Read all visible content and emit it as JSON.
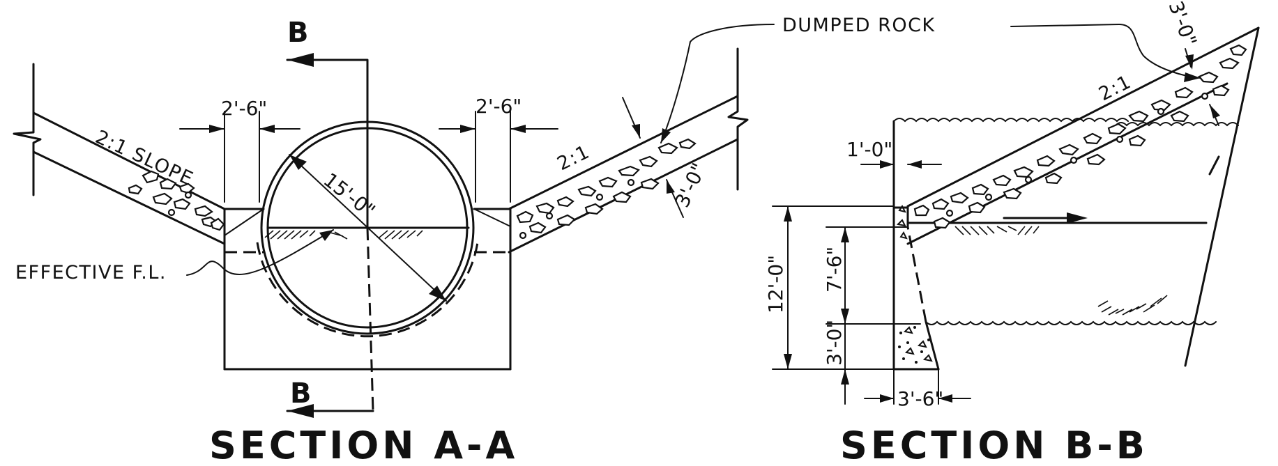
{
  "section_a": {
    "title": "SECTION A-A",
    "cut_label_top": "B",
    "cut_label_bottom": "B",
    "slope_left": "2:1 SLOPE",
    "slope_right": "2:1",
    "dim_left_wall": "2'-6\"",
    "dim_right_wall": "2'-6\"",
    "dim_diameter": "15'-0\"",
    "dim_rock_thickness": "3'-0\"",
    "flowline_label": "EFFECTIVE F.L."
  },
  "section_b": {
    "title": "SECTION B-B",
    "rock_label": "DUMPED ROCK",
    "slope": "2:1",
    "dim_top_rock": "3'-0\"",
    "dim_wall_top": "1'-0\"",
    "dim_total_height": "12'-0\"",
    "dim_opening": "7'-6\"",
    "dim_footing_height": "3'-0\"",
    "dim_footing_width": "3'-6\""
  }
}
